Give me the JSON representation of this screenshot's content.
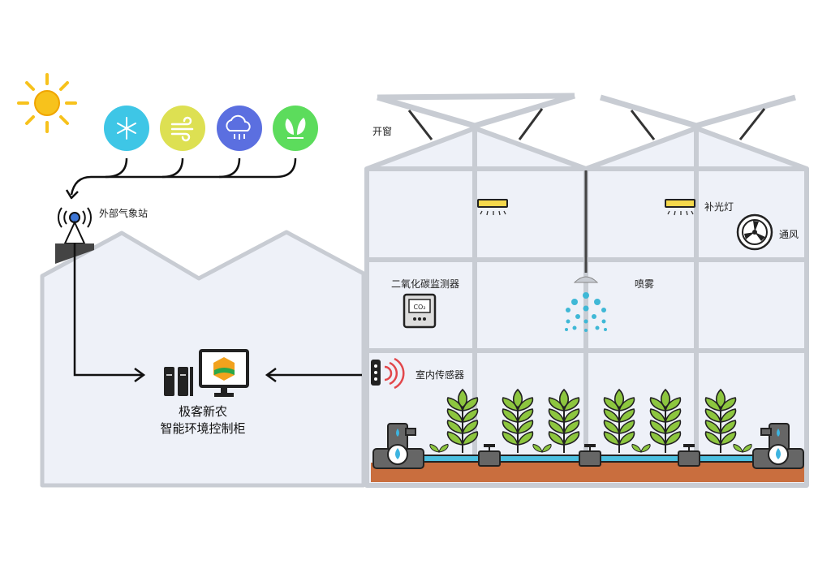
{
  "labels": {
    "open_window": "开窗",
    "weather_station": "外部气象站",
    "supplement_light": "补光灯",
    "ventilation": "通风",
    "co2_monitor": "二氧化碳监测器",
    "spray": "喷雾",
    "indoor_sensor": "室内传感器",
    "co2_display": "CO₂"
  },
  "cabinet": {
    "line1": "极客新农",
    "line2": "智能环境控制柜"
  },
  "colors": {
    "sun": "#f7c21c",
    "snow_circle": "#3ec6e6",
    "wind_circle": "#dde052",
    "rain_circle": "#5b6fe0",
    "leaf_circle": "#5cdc5c",
    "frame": "#c8ccd3",
    "wall_fill": "#eef1f8",
    "plant": "#8dc63f",
    "soil": "#c96e3e",
    "pipe": "#4cbfe0",
    "water_drop": "#3db4e0"
  },
  "icons": [
    "sun-icon",
    "snowflake-icon",
    "wind-icon",
    "rain-icon",
    "leaf-icon",
    "antenna-icon",
    "server-icon",
    "monitor-icon",
    "sensor-icon",
    "fan-icon",
    "lamp-icon",
    "sprayer-icon",
    "co2-meter-icon",
    "valve-icon",
    "plant-icon"
  ]
}
